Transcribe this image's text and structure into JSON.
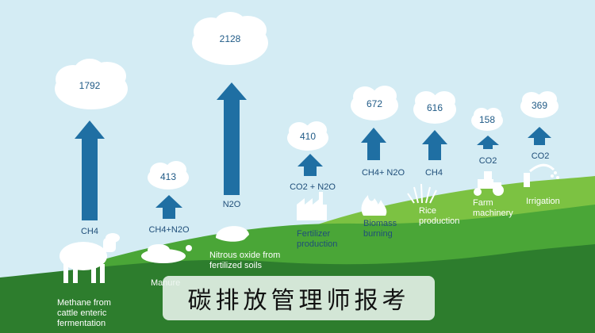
{
  "colors": {
    "sky": "#d4ecf4",
    "arrow": "#1f6fa3",
    "label": "#1f4e79",
    "hill_light": "#7cc242",
    "hill_mid": "#4aa637",
    "hill_dark": "#2d7d2d"
  },
  "sources": [
    {
      "value": "1792",
      "gas": "CH4",
      "name": "Methane from cattle enteric fermentation",
      "icon": "cow-icon"
    },
    {
      "value": "413",
      "gas": "CH4+N2O",
      "name": "Manure",
      "icon": "manure-icon"
    },
    {
      "value": "2128",
      "gas": "N2O",
      "name": "Nitrous oxide from fertilized soils",
      "icon": "sack-icon"
    },
    {
      "value": "410",
      "gas": "CO2 + N2O",
      "name": "Fertilizer production",
      "icon": "factory-icon"
    },
    {
      "value": "672",
      "gas": "CH4+ N2O",
      "name": "Biomass burning",
      "icon": "fire-icon"
    },
    {
      "value": "616",
      "gas": "CH4",
      "name": "Rice production",
      "icon": "rice-icon"
    },
    {
      "value": "158",
      "gas": "CO2",
      "name": "Farm machinery",
      "icon": "tractor-icon"
    },
    {
      "value": "369",
      "gas": "CO2",
      "name": "Irrigation",
      "icon": "irrigation-icon"
    }
  ],
  "banner": {
    "text": "碳排放管理师报考"
  }
}
